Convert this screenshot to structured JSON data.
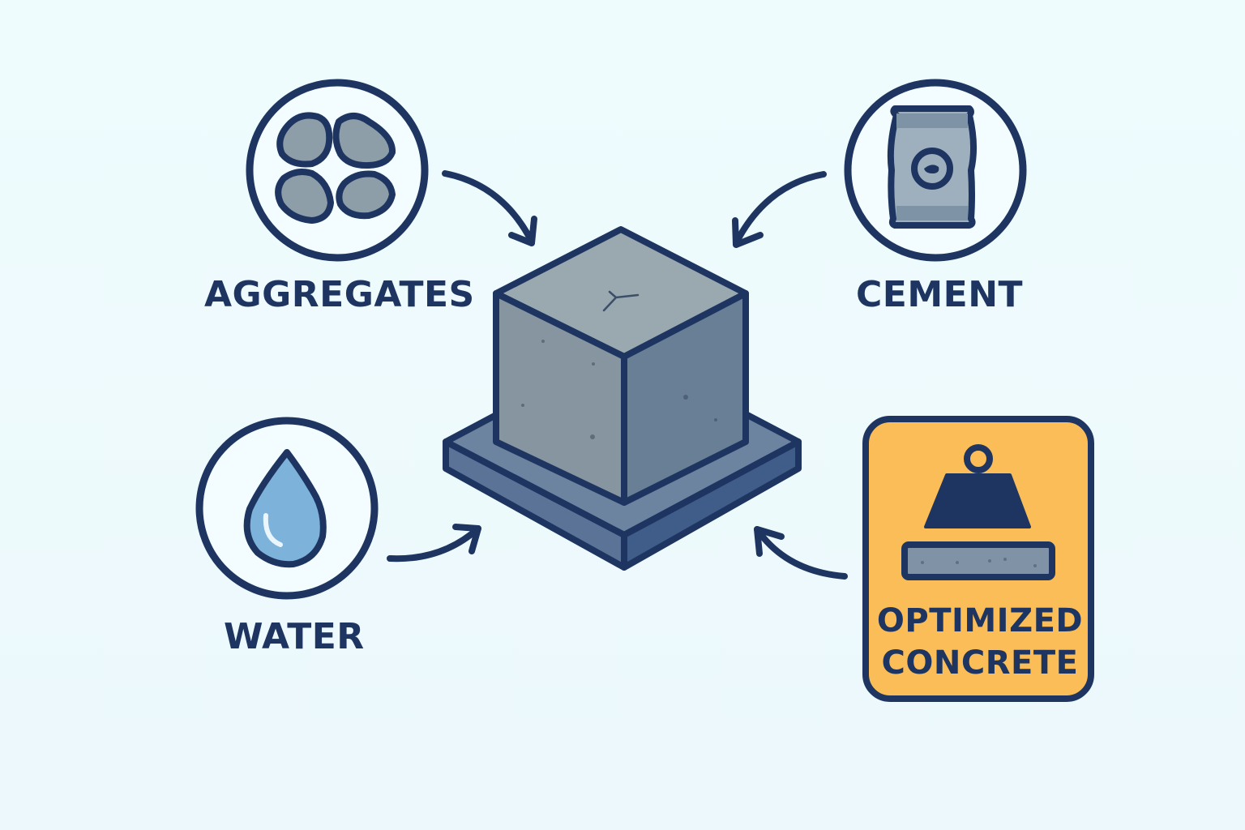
{
  "diagram": {
    "type": "ingredient-flow",
    "center": {
      "name": "concrete-block",
      "description": "Isometric concrete cube on a slab base"
    },
    "inputs": [
      {
        "id": "aggregates",
        "label": "AGGREGATES",
        "icon": "stones-icon",
        "position": "top-left"
      },
      {
        "id": "cement",
        "label": "CEMENT",
        "icon": "cement-bag-icon",
        "position": "top-right"
      },
      {
        "id": "water",
        "label": "WATER",
        "icon": "water-drop-icon",
        "position": "bottom-left"
      }
    ],
    "output": {
      "id": "optimized-concrete",
      "label_line1": "OPTIMIZED",
      "label_line2": "CONCRETE",
      "icon": "weight-on-slab-icon",
      "position": "bottom-right"
    }
  },
  "colors": {
    "background": "#eefbfd",
    "outline": "#1d3560",
    "concrete_top": "#9aa8b0",
    "concrete_left": "#86959f",
    "concrete_right": "#697f95",
    "slab": "#53709a",
    "water": "#7db3da",
    "badge_fill": "#fbbd57"
  }
}
